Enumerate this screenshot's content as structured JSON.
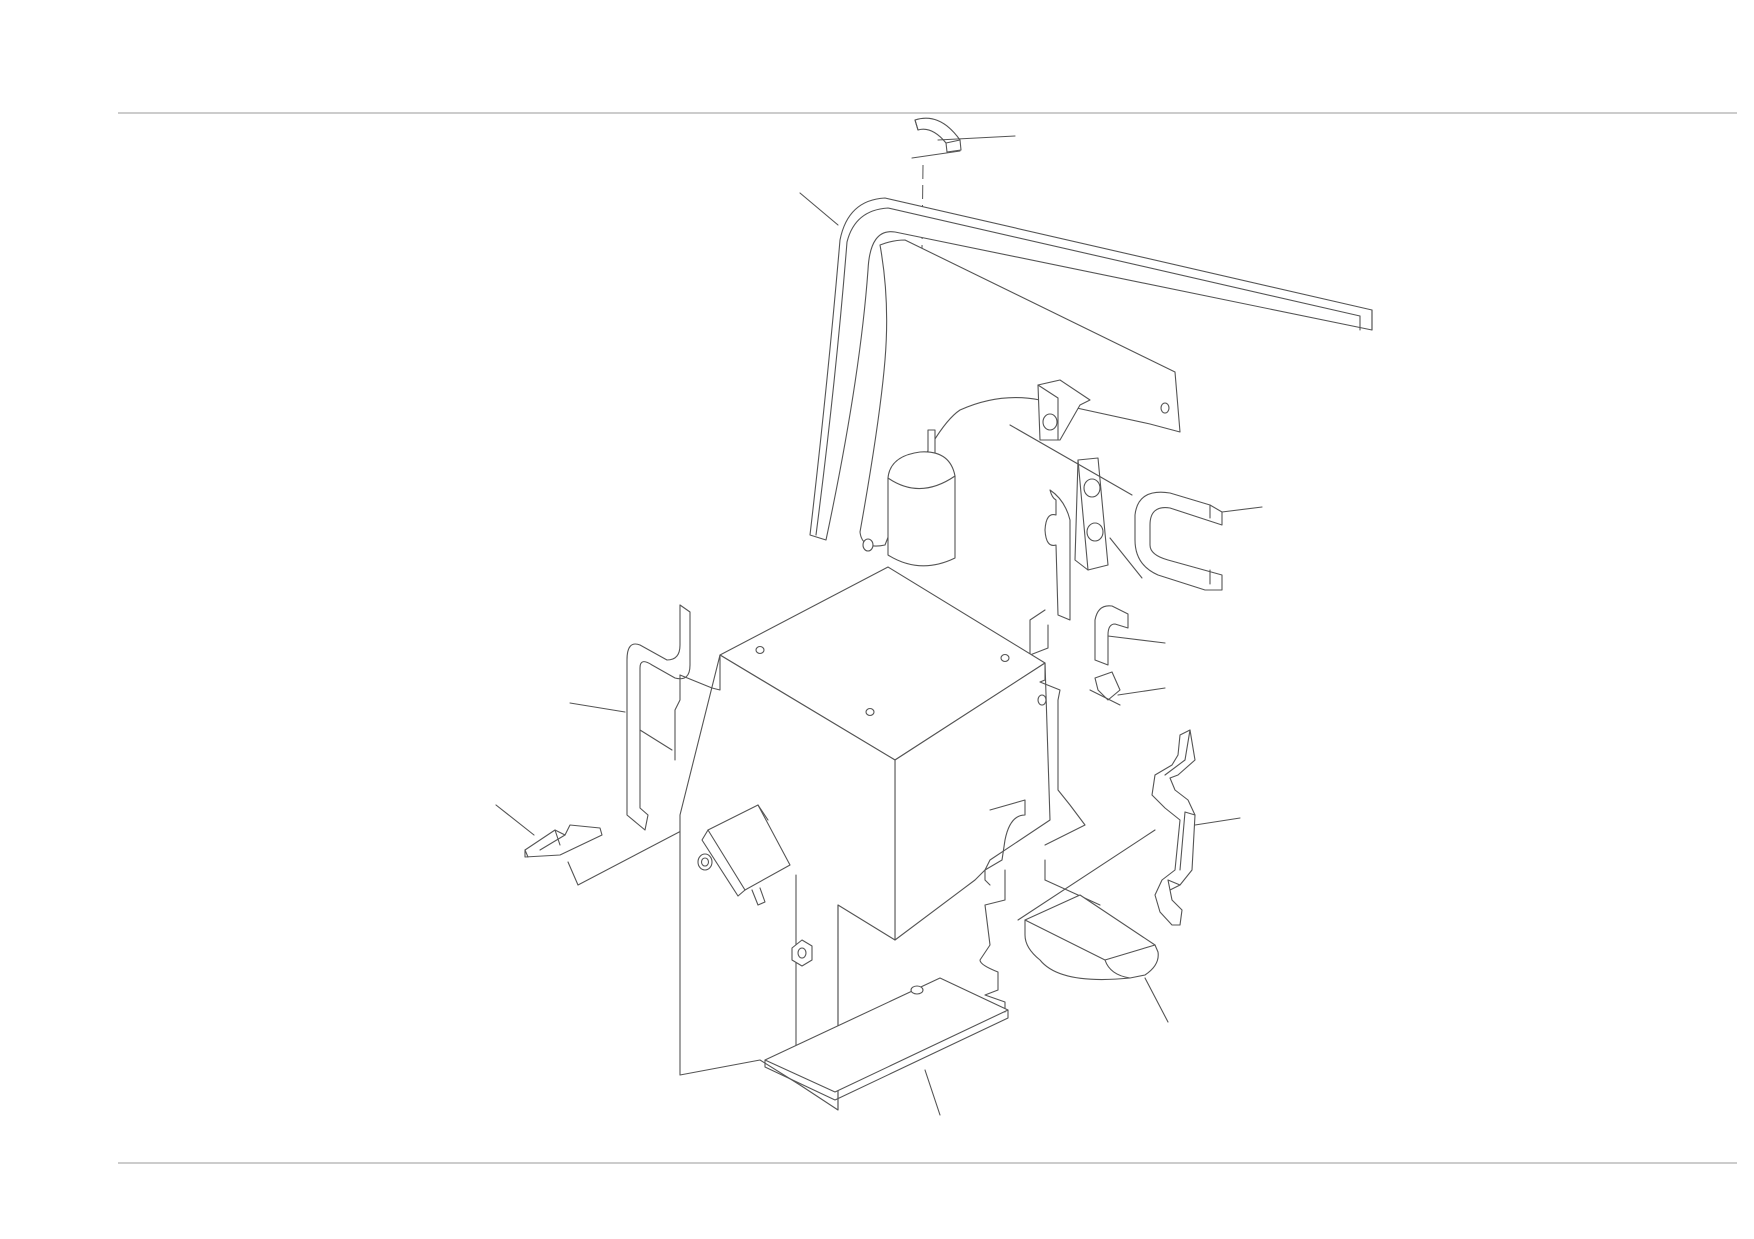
{
  "document": {
    "type": "exploded-view parts diagram",
    "has_text_labels": false
  },
  "parts": [
    {
      "name": "top-arc-clip"
    },
    {
      "name": "frame-arch-arm"
    },
    {
      "name": "pivot-pin-column"
    },
    {
      "name": "upper-bracket-plate"
    },
    {
      "name": "double-hole-spacer"
    },
    {
      "name": "u-shaped-rail-guide"
    },
    {
      "name": "small-l-hook"
    },
    {
      "name": "spring-clip"
    },
    {
      "name": "left-z-bracket"
    },
    {
      "name": "left-small-wedge"
    },
    {
      "name": "main-box-housing"
    },
    {
      "name": "side-mounting-block"
    },
    {
      "name": "hex-nut-upper"
    },
    {
      "name": "hex-nut-lower"
    },
    {
      "name": "right-zigzag-rail"
    },
    {
      "name": "lower-rounded-pad"
    },
    {
      "name": "base-mounting-plate"
    }
  ],
  "colors": {
    "line": "#555555",
    "rule": "#9a9a9a",
    "paper": "#ffffff"
  }
}
